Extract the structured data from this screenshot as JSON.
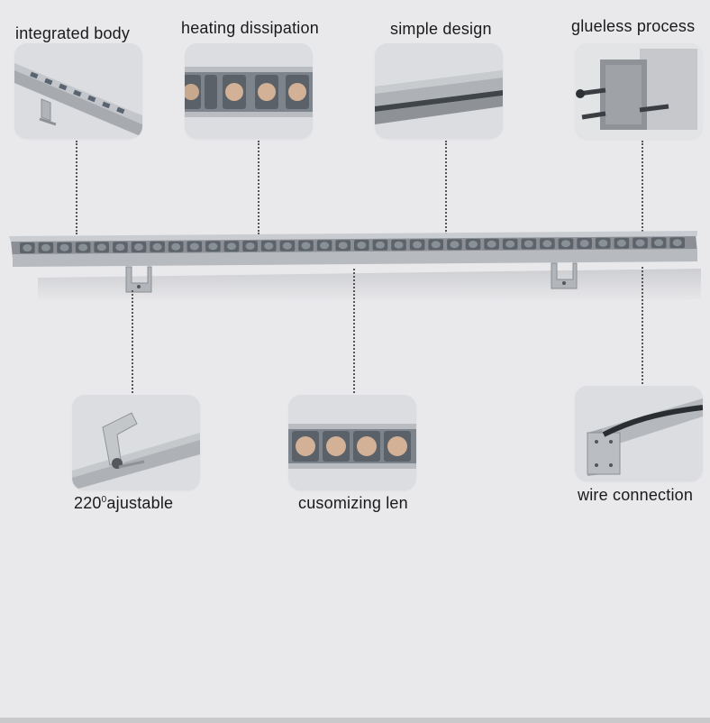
{
  "features": {
    "integrated_body": "integrated body",
    "heating_dissipation": "heating dissipation",
    "simple_design": "simple design",
    "glueless_process": "glueless process",
    "adjustable_number": "220",
    "adjustable_sup": "0",
    "adjustable_text": "ajustable",
    "customizing_len": "cusomizing len",
    "wire_connection": "wire connection"
  },
  "colors": {
    "background": "#e9e9ec",
    "card": "#d4d6da",
    "aluminum": "#b9bcc0",
    "lens": "#c9a98e"
  }
}
